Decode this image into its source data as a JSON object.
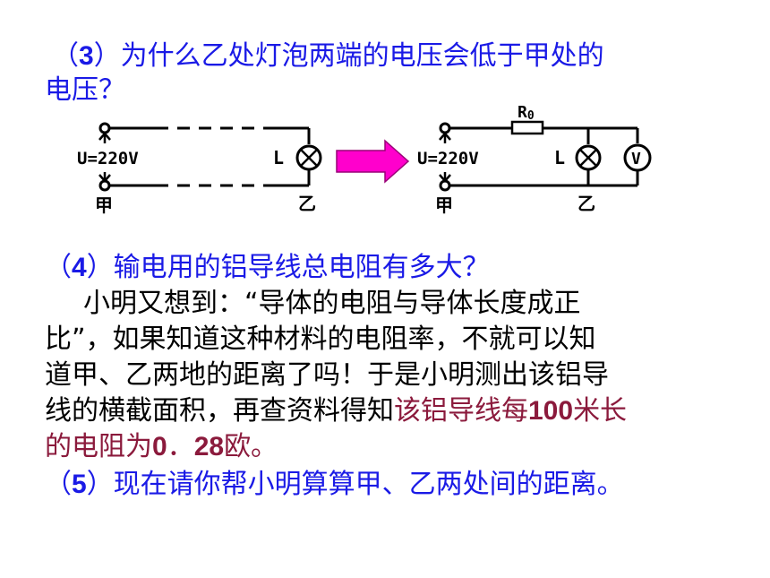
{
  "q3": {
    "line1_paren_open": "（",
    "line1_num": "3",
    "line1_text": "）为什么乙处灯泡两端的电压会低于甲处的",
    "line2": "电压？"
  },
  "circuit_left": {
    "voltage": "U=220V",
    "lamp": "L",
    "jia": "甲",
    "yi": "乙"
  },
  "circuit_right": {
    "voltage": "U=220V",
    "lamp": "L",
    "resistor": "R",
    "resistor_sub": "0",
    "meter": "V",
    "jia": "甲",
    "yi": "乙"
  },
  "colors": {
    "arrow": "#ff00cc",
    "question": "#1a1ae6",
    "highlight": "#8b1a3c"
  },
  "q4": {
    "paren_open": "（",
    "num": "4",
    "text": "）输电用的铝导线总电阻有多大？"
  },
  "para": {
    "line1": "小明又想到：“导体的电阻与导体长度成正",
    "line2": "比”，如果知道这种材料的电阻率，不就可以知",
    "line3": "道甲、乙两地的距离了吗！于是小明测出该铝导",
    "line4_black": "线的横截面积，再查资料得知",
    "line4_hl_a": "该铝导线每",
    "line4_hl_num": "100",
    "line4_hl_b": "米长",
    "line5_a": "的电阻为",
    "line5_num1": "0",
    "line5_b": "．",
    "line5_num2": "28",
    "line5_c": "欧。"
  },
  "q5": {
    "paren_open": "（",
    "num": "5",
    "text": "）现在请你帮小明算算甲、乙两处间的距离。"
  }
}
